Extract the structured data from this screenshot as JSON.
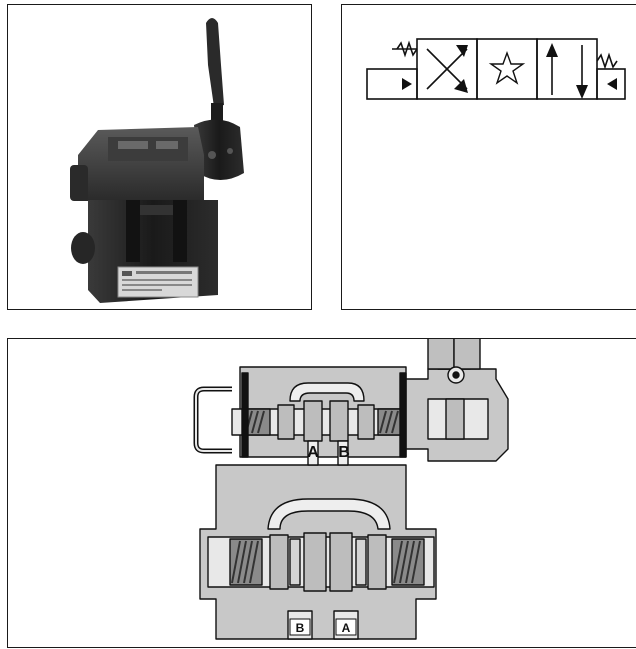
{
  "section": {
    "ports_upper": [
      "A",
      "B"
    ],
    "ports_lower": [
      "B",
      "A"
    ]
  },
  "symbol": {
    "center_position_icon": "star-icon",
    "left_position_icon": "crossed-arrows",
    "right_position_icon": "parallel-arrows"
  },
  "colors": {
    "body_gray": "#c4c4c4",
    "body_dark": "#9a9a9a",
    "ink": "#111111",
    "photo_dark": "#1e1e1e"
  }
}
